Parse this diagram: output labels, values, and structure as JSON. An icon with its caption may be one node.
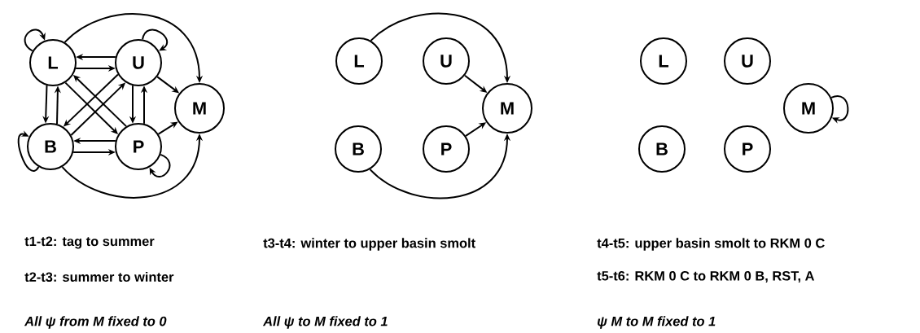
{
  "diagram": {
    "nodes": [
      {
        "text": [
          "L"
        ]
      },
      {
        "text": [
          "U"
        ]
      },
      {
        "text": [
          "B"
        ]
      },
      {
        "text": [
          "P"
        ]
      },
      {
        "text": [
          "M"
        ]
      },
      {
        "text": [
          "L"
        ]
      },
      {
        "text": [
          "U"
        ]
      },
      {
        "text": [
          "B"
        ]
      },
      {
        "text": [
          "P"
        ]
      },
      {
        "text": [
          "M"
        ]
      },
      {
        "text": [
          "L"
        ]
      },
      {
        "text": [
          "U"
        ]
      },
      {
        "text": [
          "B"
        ]
      },
      {
        "text": [
          "P"
        ]
      },
      {
        "text": [
          "M"
        ]
      }
    ],
    "edges": [
      {
        "from": 0,
        "to": 0,
        "arrow": "to"
      },
      {
        "from": 1,
        "to": 1,
        "arrow": "to"
      },
      {
        "from": 2,
        "to": 2,
        "arrow": "to"
      },
      {
        "from": 3,
        "to": 3,
        "arrow": "to"
      },
      {
        "from": 1,
        "to": 0,
        "arrow": "to"
      },
      {
        "from": 0,
        "to": 1,
        "arrow": "to"
      },
      {
        "from": 0,
        "to": 2,
        "arrow": "to"
      },
      {
        "from": 2,
        "to": 0,
        "arrow": "to"
      },
      {
        "from": 0,
        "to": 3,
        "arrow": "to"
      },
      {
        "from": 3,
        "to": 0,
        "arrow": "to"
      },
      {
        "from": 1,
        "to": 2,
        "arrow": "to"
      },
      {
        "from": 2,
        "to": 1,
        "arrow": "to"
      },
      {
        "from": 1,
        "to": 3,
        "arrow": "to"
      },
      {
        "from": 3,
        "to": 1,
        "arrow": "to"
      },
      {
        "from": 2,
        "to": 3,
        "arrow": "to"
      },
      {
        "from": 3,
        "to": 2,
        "arrow": "to"
      },
      {
        "from": 1,
        "to": 4,
        "arrow": "to"
      },
      {
        "from": 3,
        "to": 4,
        "arrow": "to"
      },
      {
        "from": 0,
        "to": 4,
        "arrow": "to"
      },
      {
        "from": 2,
        "to": 4,
        "arrow": "to"
      },
      {
        "from": 5,
        "to": 9,
        "arrow": "to"
      },
      {
        "from": 6,
        "to": 9,
        "arrow": "to"
      },
      {
        "from": 8,
        "to": 9,
        "arrow": "to"
      },
      {
        "from": 7,
        "to": 9,
        "arrow": "to"
      },
      {
        "from": 14,
        "to": 14,
        "arrow": "to"
      }
    ],
    "labels": [
      "t1-t2: tag to summer",
      "t3-t4: winter to upper basin smolt",
      "t4-t5: upper basin smolt to RKM 0 C",
      "t2-t3: summer to winter",
      "t5-t6: RKM 0 C to RKM 0 B, RST, A",
      "All ψ from M fixed to 0",
      "All ψ to M fixed to 1",
      "ψ M to M fixed to 1"
    ]
  }
}
